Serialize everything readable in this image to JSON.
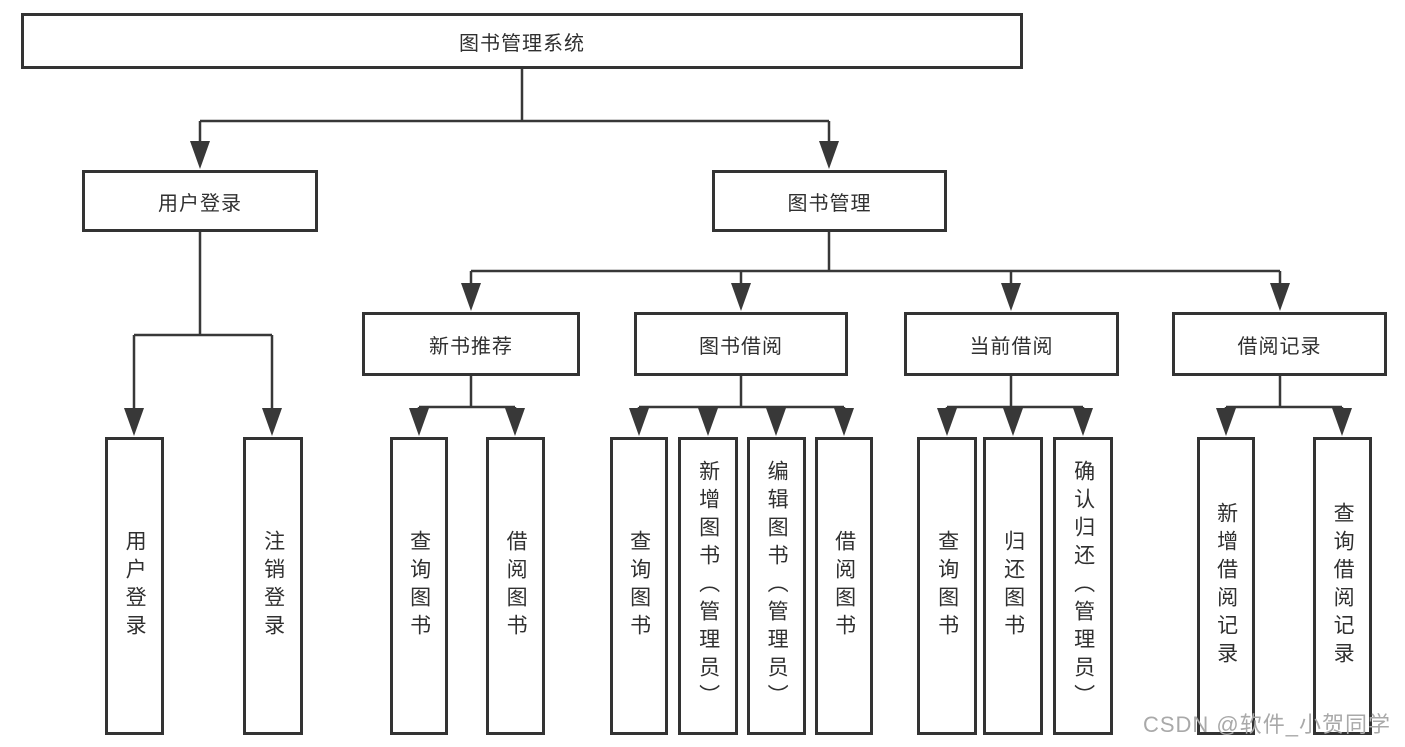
{
  "nodes": {
    "root": "图书管理系统",
    "level2": {
      "user_login": "用户登录",
      "book_mgmt": "图书管理"
    },
    "level3": {
      "new_books": "新书推荐",
      "book_borrow": "图书借阅",
      "current_borrow": "当前借阅",
      "borrow_records": "借阅记录"
    },
    "leaves": {
      "user_login": [
        "用户登录",
        "注销登录"
      ],
      "new_books": [
        "查询图书",
        "借阅图书"
      ],
      "book_borrow": [
        "查询图书",
        "新增图书（管理员）",
        "编辑图书（管理员）",
        "借阅图书"
      ],
      "current_borrow": [
        "查询图书",
        "归还图书",
        "确认归还（管理员）"
      ],
      "borrow_records": [
        "新增借阅记录",
        "查询借阅记录"
      ]
    }
  },
  "watermark": "CSDN @软件_小贺同学",
  "colors": {
    "line": "#383838",
    "border": "#333333",
    "text": "#303030",
    "watermark": "#a9a9a9",
    "background": "#ffffff"
  }
}
